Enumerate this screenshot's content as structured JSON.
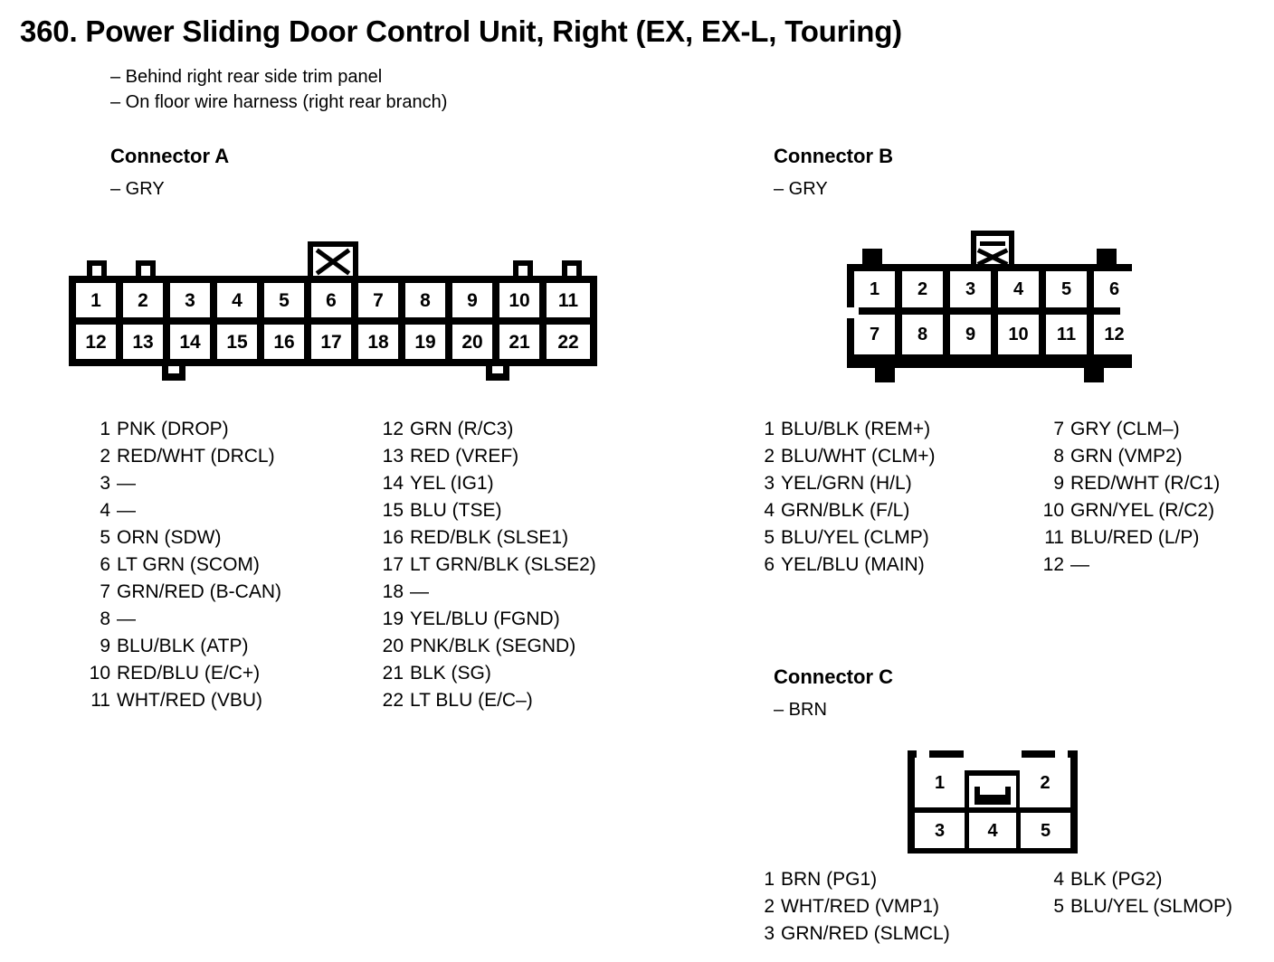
{
  "header": {
    "number": "360.",
    "title": "Power Sliding Door Control Unit, Right (EX, EX-L, Touring)",
    "full_title": "360.  Power Sliding Door Control Unit, Right (EX, EX-L, Touring)",
    "notes": [
      "– Behind right rear side trim panel",
      "– On floor wire harness (right rear branch)"
    ]
  },
  "colors": {
    "ink": "#000000",
    "paper": "#ffffff"
  },
  "connectors": [
    {
      "id": "A",
      "title": "Connector A",
      "color_note": "– GRY",
      "pin_count": 22,
      "grid": {
        "cols": 11,
        "rows": 2
      },
      "top_row_pins": [
        "1",
        "2",
        "3",
        "4",
        "5",
        "6",
        "7",
        "8",
        "9",
        "10",
        "11"
      ],
      "bottom_row_pins": [
        "12",
        "13",
        "14",
        "15",
        "16",
        "17",
        "18",
        "19",
        "20",
        "21",
        "22"
      ],
      "pins": [
        {
          "no": "1",
          "wire": "PNK (DROP)"
        },
        {
          "no": "2",
          "wire": "RED/WHT (DRCL)"
        },
        {
          "no": "3",
          "wire": "—"
        },
        {
          "no": "4",
          "wire": "—"
        },
        {
          "no": "5",
          "wire": "ORN (SDW)"
        },
        {
          "no": "6",
          "wire": "LT GRN (SCOM)"
        },
        {
          "no": "7",
          "wire": "GRN/RED (B-CAN)"
        },
        {
          "no": "8",
          "wire": "—"
        },
        {
          "no": "9",
          "wire": "BLU/BLK (ATP)"
        },
        {
          "no": "10",
          "wire": "RED/BLU (E/C+)"
        },
        {
          "no": "11",
          "wire": "WHT/RED (VBU)"
        },
        {
          "no": "12",
          "wire": "GRN (R/C3)"
        },
        {
          "no": "13",
          "wire": "RED (VREF)"
        },
        {
          "no": "14",
          "wire": "YEL (IG1)"
        },
        {
          "no": "15",
          "wire": "BLU (TSE)"
        },
        {
          "no": "16",
          "wire": "RED/BLK (SLSE1)"
        },
        {
          "no": "17",
          "wire": "LT GRN/BLK (SLSE2)"
        },
        {
          "no": "18",
          "wire": "—"
        },
        {
          "no": "19",
          "wire": "YEL/BLU (FGND)"
        },
        {
          "no": "20",
          "wire": "PNK/BLK (SEGND)"
        },
        {
          "no": "21",
          "wire": "BLK (SG)"
        },
        {
          "no": "22",
          "wire": "LT BLU (E/C–)"
        }
      ]
    },
    {
      "id": "B",
      "title": "Connector B",
      "color_note": "– GRY",
      "pin_count": 12,
      "grid": {
        "cols": 6,
        "rows": 2
      },
      "top_row_pins": [
        "1",
        "2",
        "3",
        "4",
        "5",
        "6"
      ],
      "bottom_row_pins": [
        "7",
        "8",
        "9",
        "10",
        "11",
        "12"
      ],
      "pins": [
        {
          "no": "1",
          "wire": "BLU/BLK (REM+)"
        },
        {
          "no": "2",
          "wire": "BLU/WHT (CLM+)"
        },
        {
          "no": "3",
          "wire": "YEL/GRN (H/L)"
        },
        {
          "no": "4",
          "wire": "GRN/BLK (F/L)"
        },
        {
          "no": "5",
          "wire": "BLU/YEL (CLMP)"
        },
        {
          "no": "6",
          "wire": "YEL/BLU (MAIN)"
        },
        {
          "no": "7",
          "wire": "GRY (CLM–)"
        },
        {
          "no": "8",
          "wire": "GRN (VMP2)"
        },
        {
          "no": "9",
          "wire": "RED/WHT (R/C1)"
        },
        {
          "no": "10",
          "wire": "GRN/YEL (R/C2)"
        },
        {
          "no": "11",
          "wire": "BLU/RED (L/P)"
        },
        {
          "no": "12",
          "wire": "—"
        }
      ]
    },
    {
      "id": "C",
      "title": "Connector C",
      "color_note": "– BRN",
      "pin_count": 5,
      "grid": {
        "cols": 3,
        "rows": 2
      },
      "top_row_pins": [
        "1",
        "2"
      ],
      "bottom_row_pins": [
        "3",
        "4",
        "5"
      ],
      "pins": [
        {
          "no": "1",
          "wire": "BRN (PG1)"
        },
        {
          "no": "2",
          "wire": "WHT/RED (VMP1)"
        },
        {
          "no": "3",
          "wire": "GRN/RED (SLMCL)"
        },
        {
          "no": "4",
          "wire": "BLK (PG2)"
        },
        {
          "no": "5",
          "wire": "BLU/YEL (SLMOP)"
        }
      ]
    }
  ]
}
